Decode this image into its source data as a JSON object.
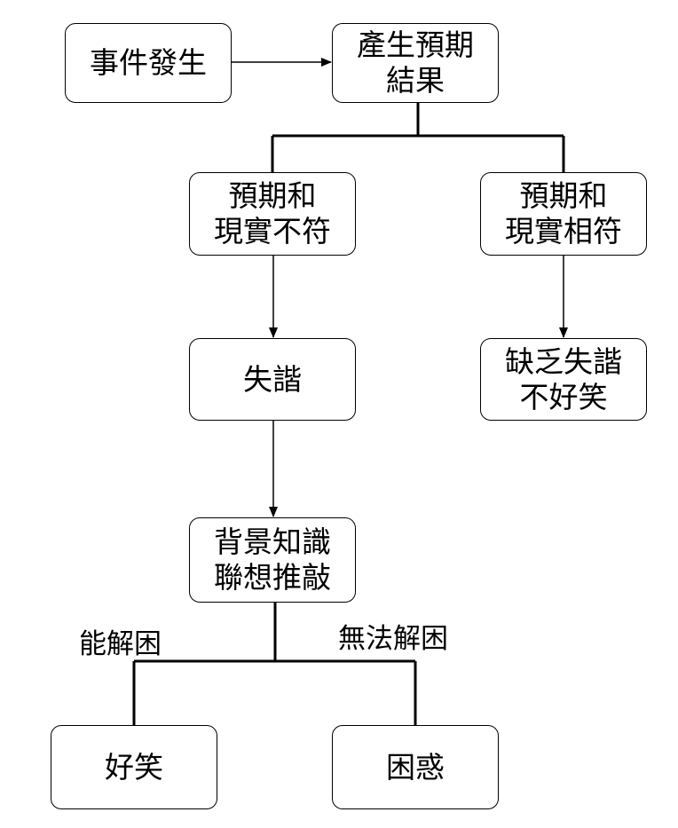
{
  "nodes": {
    "event": {
      "lines": [
        "事件發生"
      ]
    },
    "expect": {
      "lines": [
        "產生預期",
        "結果"
      ]
    },
    "mismatch": {
      "lines": [
        "預期和",
        "現實不符"
      ]
    },
    "match": {
      "lines": [
        "預期和",
        "現實相符"
      ]
    },
    "incongruity": {
      "lines": [
        "失諧"
      ]
    },
    "no_incongruity": {
      "lines": [
        "缺乏失諧",
        "不好笑"
      ]
    },
    "reasoning": {
      "lines": [
        "背景知識",
        "聯想推敲"
      ]
    },
    "funny": {
      "lines": [
        "好笑"
      ]
    },
    "confused": {
      "lines": [
        "困惑"
      ]
    }
  },
  "edge_labels": {
    "can_resolve": "能解困",
    "cannot_resolve": "無法解困"
  }
}
